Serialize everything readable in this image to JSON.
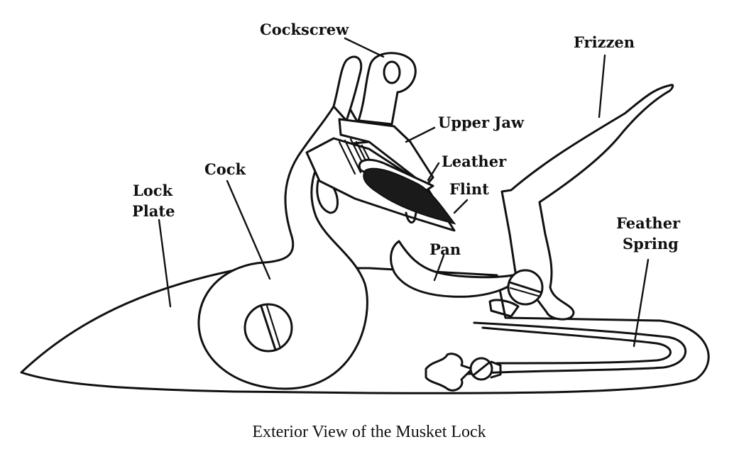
{
  "labels": {
    "cockscrew": "Cockscrew",
    "frizzen": "Frizzen",
    "upper_jaw": "Upper Jaw",
    "leather": "Leather",
    "flint": "Flint",
    "cock": "Cock",
    "lock_plate_line1": "Lock",
    "lock_plate_line2": "Plate",
    "pan": "Pan",
    "feather_spring_line1": "Feather",
    "feather_spring_line2": "Spring"
  },
  "caption": "Exterior View of the Musket Lock"
}
